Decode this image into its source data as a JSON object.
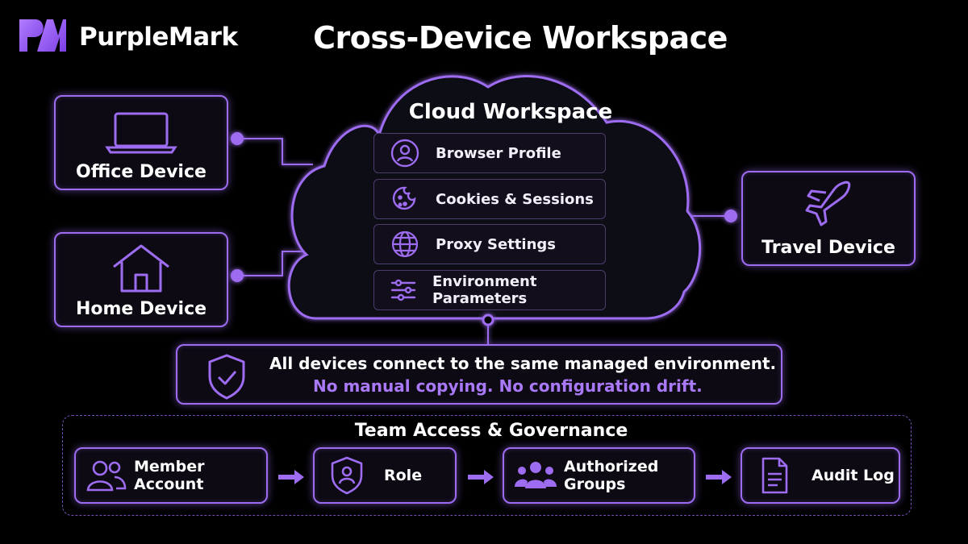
{
  "brand": {
    "name": "PurpleMark",
    "logo_icon": "pm-logo-icon"
  },
  "title": "Cross-Device Workspace",
  "colors": {
    "accent": "#9d6cf0",
    "accent_text": "#a979f7",
    "background": "#000000"
  },
  "devices": {
    "office": {
      "label": "Office Device",
      "icon": "laptop-icon"
    },
    "home": {
      "label": "Home Device",
      "icon": "house-icon"
    },
    "travel": {
      "label": "Travel Device",
      "icon": "airplane-icon"
    }
  },
  "workspace": {
    "title": "Cloud Workspace",
    "items": [
      {
        "label": "Browser Profile",
        "icon": "user-circle-icon"
      },
      {
        "label": "Cookies & Sessions",
        "icon": "cookie-icon"
      },
      {
        "label": "Proxy Settings",
        "icon": "globe-icon"
      },
      {
        "label": "Environment Parameters",
        "icon": "sliders-icon"
      }
    ]
  },
  "notice": {
    "icon": "shield-check-icon",
    "line1": "All devices connect to the same managed environment.",
    "line2": "No manual copying. No configuration drift."
  },
  "governance": {
    "title": "Team Access & Governance",
    "steps": [
      {
        "label": "Member Account",
        "icon": "users-icon"
      },
      {
        "label": "Role",
        "icon": "shield-user-icon"
      },
      {
        "label": "Authorized Groups",
        "icon": "group-icon"
      },
      {
        "label": "Audit Log",
        "icon": "document-icon"
      }
    ]
  }
}
